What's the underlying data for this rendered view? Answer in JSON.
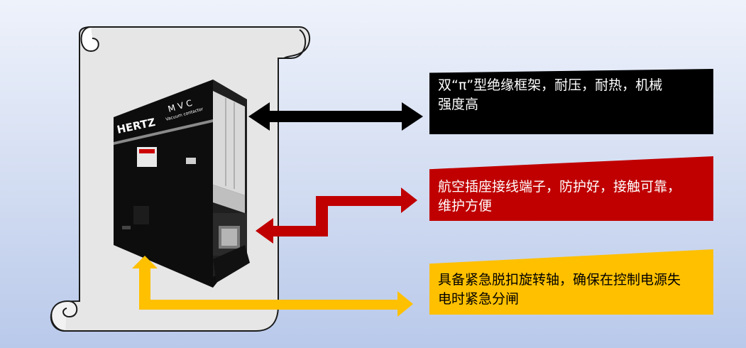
{
  "device": {
    "brand": "HERTZ",
    "model": "MVC",
    "subtitle": "Vacuum contactor"
  },
  "callouts": [
    {
      "color": "#000000",
      "text_color": "#ffffff",
      "lines": [
        "双“π”型绝缘框架，耐压，耐热，机械",
        "强度高"
      ]
    },
    {
      "color": "#c00000",
      "text_color": "#ffffff",
      "lines": [
        "航空插座接线端子，防护好，接触可靠，",
        "维护方便"
      ]
    },
    {
      "color": "#ffc000",
      "text_color": "#000000",
      "lines": [
        "具备紧急脱扣旋转轴，确保在控制电源失",
        "电时紧急分闸"
      ]
    }
  ],
  "colors": {
    "arrow_black": "#000000",
    "arrow_red": "#c00000",
    "arrow_yellow": "#ffc000",
    "scroll_fill": "#e6e6e6"
  }
}
